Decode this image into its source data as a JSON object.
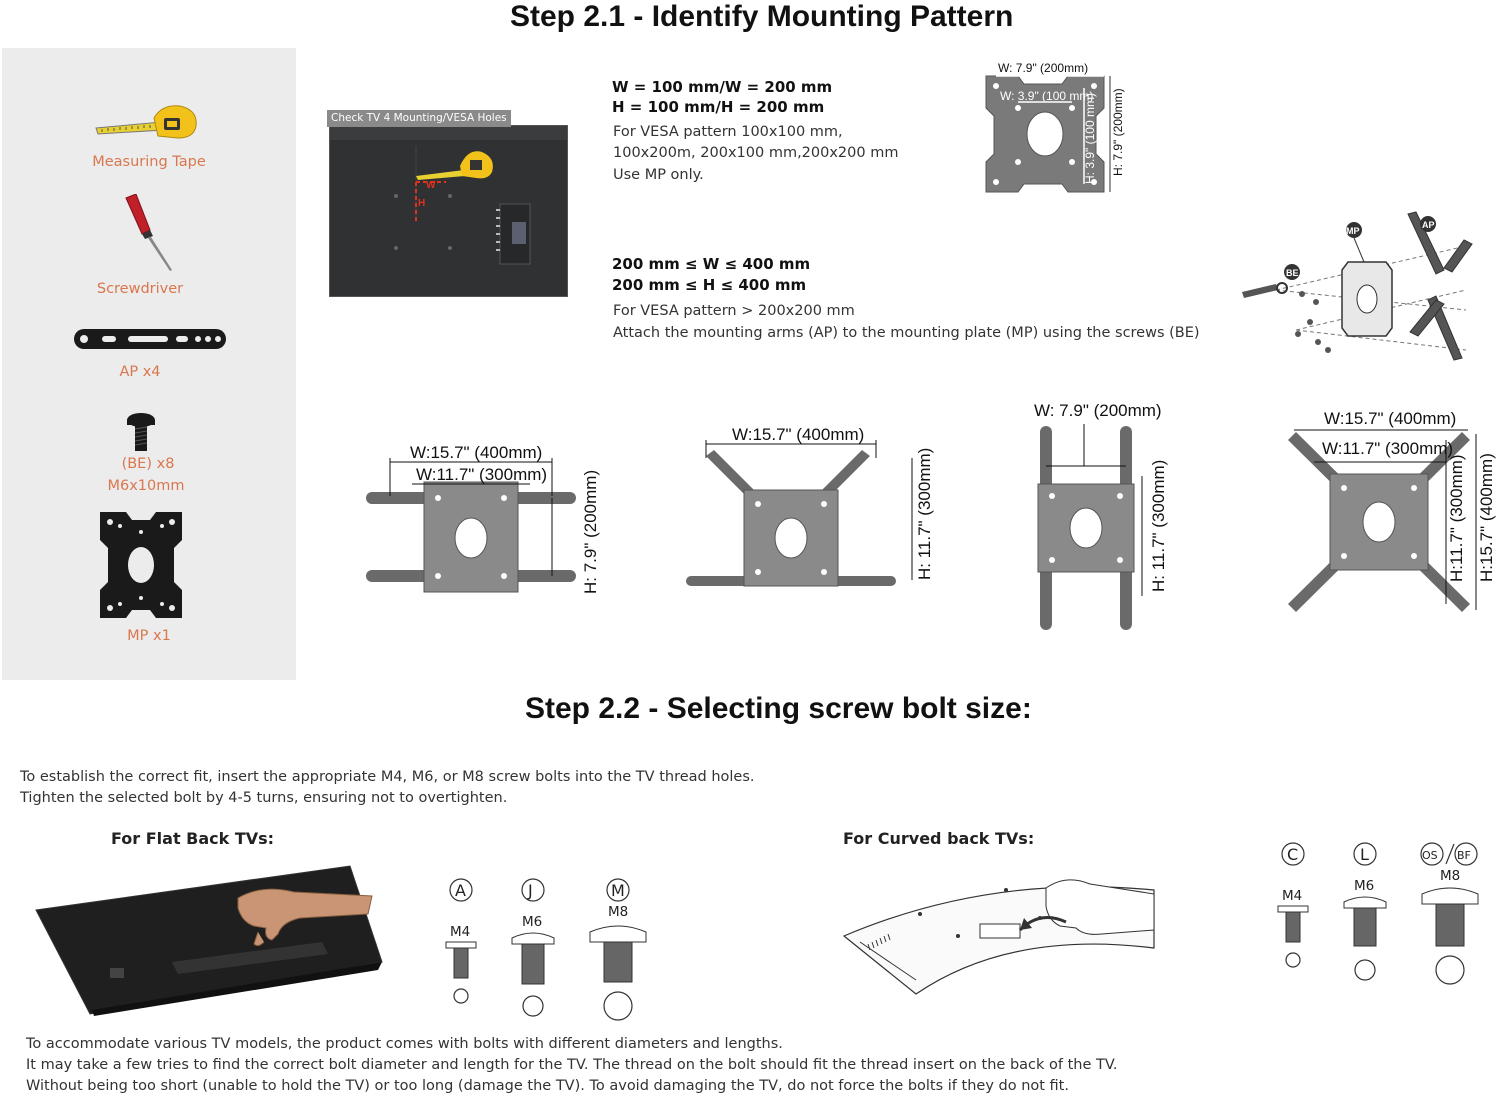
{
  "step21": {
    "title": "Step 2.1 - Identify Mounting Pattern"
  },
  "sidebar": {
    "items": [
      {
        "label": "Measuring Tape"
      },
      {
        "label": "Screwdriver"
      },
      {
        "label": "AP x4"
      },
      {
        "label": "(BE) x8"
      },
      {
        "label": "M6x10mm"
      },
      {
        "label": "MP x1"
      }
    ]
  },
  "tv_photo": {
    "caption": "Check TV 4 Mounting/VESA Holes",
    "w_mark": "W",
    "h_mark": "H"
  },
  "spec1": {
    "line1": "W = 100 mm/W = 200 mm",
    "line2": "H = 100 mm/H = 200 mm",
    "desc1": "For VESA pattern  100x100 mm,",
    "desc2": "100x200m, 200x100 mm,200x200 mm",
    "desc3": "Use MP only."
  },
  "spec2": {
    "line1": "200 mm ≤ W ≤ 400 mm",
    "line2": "200 mm ≤ H ≤ 400 mm",
    "desc1": "For VESA pattern > 200x200 mm",
    "desc2": "Attach the mounting arms (AP) to the mounting plate (MP) using the screws (BE)"
  },
  "small_plate": {
    "w_outer": "W: 7.9\" (200mm)",
    "w_inner": "W: 3.9\" (100 mm)",
    "h_inner": "H: 3.9\" (100 mm)",
    "h_outer": "H: 7.9\" (200mm)"
  },
  "exploded": {
    "be": "BE",
    "mp": "MP",
    "ap": "AP"
  },
  "configs": [
    {
      "w1": "W:15.7\" (400mm)",
      "w2": "W:11.7\" (300mm)",
      "h1": "H: 7.9\" (200mm)"
    },
    {
      "w1": "W:15.7\" (400mm)",
      "h1": "H: 11.7\" (300mm)"
    },
    {
      "w1": "W: 7.9\" (200mm)",
      "h1": "H: 11.7\" (300mm)"
    },
    {
      "w1": "W:15.7\" (400mm)",
      "w2": "W:11.7\" (300mm)",
      "h1": "H:11.7\" (300mm)",
      "h2": "H:15.7\" (400mm)"
    }
  ],
  "step22": {
    "title": "Step 2.2 - Selecting screw bolt size:",
    "intro1": "To establish the correct fit, insert the appropriate M4, M6, or M8 screw bolts into the TV thread holes.",
    "intro2": "Tighten the selected bolt by 4-5 turns, ensuring not to overtighten.",
    "flat_head": "For Flat Back TVs:",
    "curved_head": "For Curved back TVs:",
    "flat_bolts": [
      {
        "code": "A",
        "size": "M4"
      },
      {
        "code": "J",
        "size": "M6"
      },
      {
        "code": "M",
        "size": "M8"
      }
    ],
    "curved_bolts": [
      {
        "code": "C",
        "size": "M4"
      },
      {
        "code": "L",
        "size": "M6"
      },
      {
        "code": "OS",
        "code2": "BF",
        "size": "M8"
      }
    ],
    "footer1": "To accommodate various TV models, the product comes with bolts with different diameters and lengths.",
    "footer2": "It may take a few tries to find the correct bolt diameter and length for the TV. The thread on the bolt should fit the thread insert on the back of the TV.",
    "footer3": "Without being too short (unable to hold the TV) or too long (damage the TV). To avoid damaging the TV, do not force the bolts if they do not fit."
  }
}
